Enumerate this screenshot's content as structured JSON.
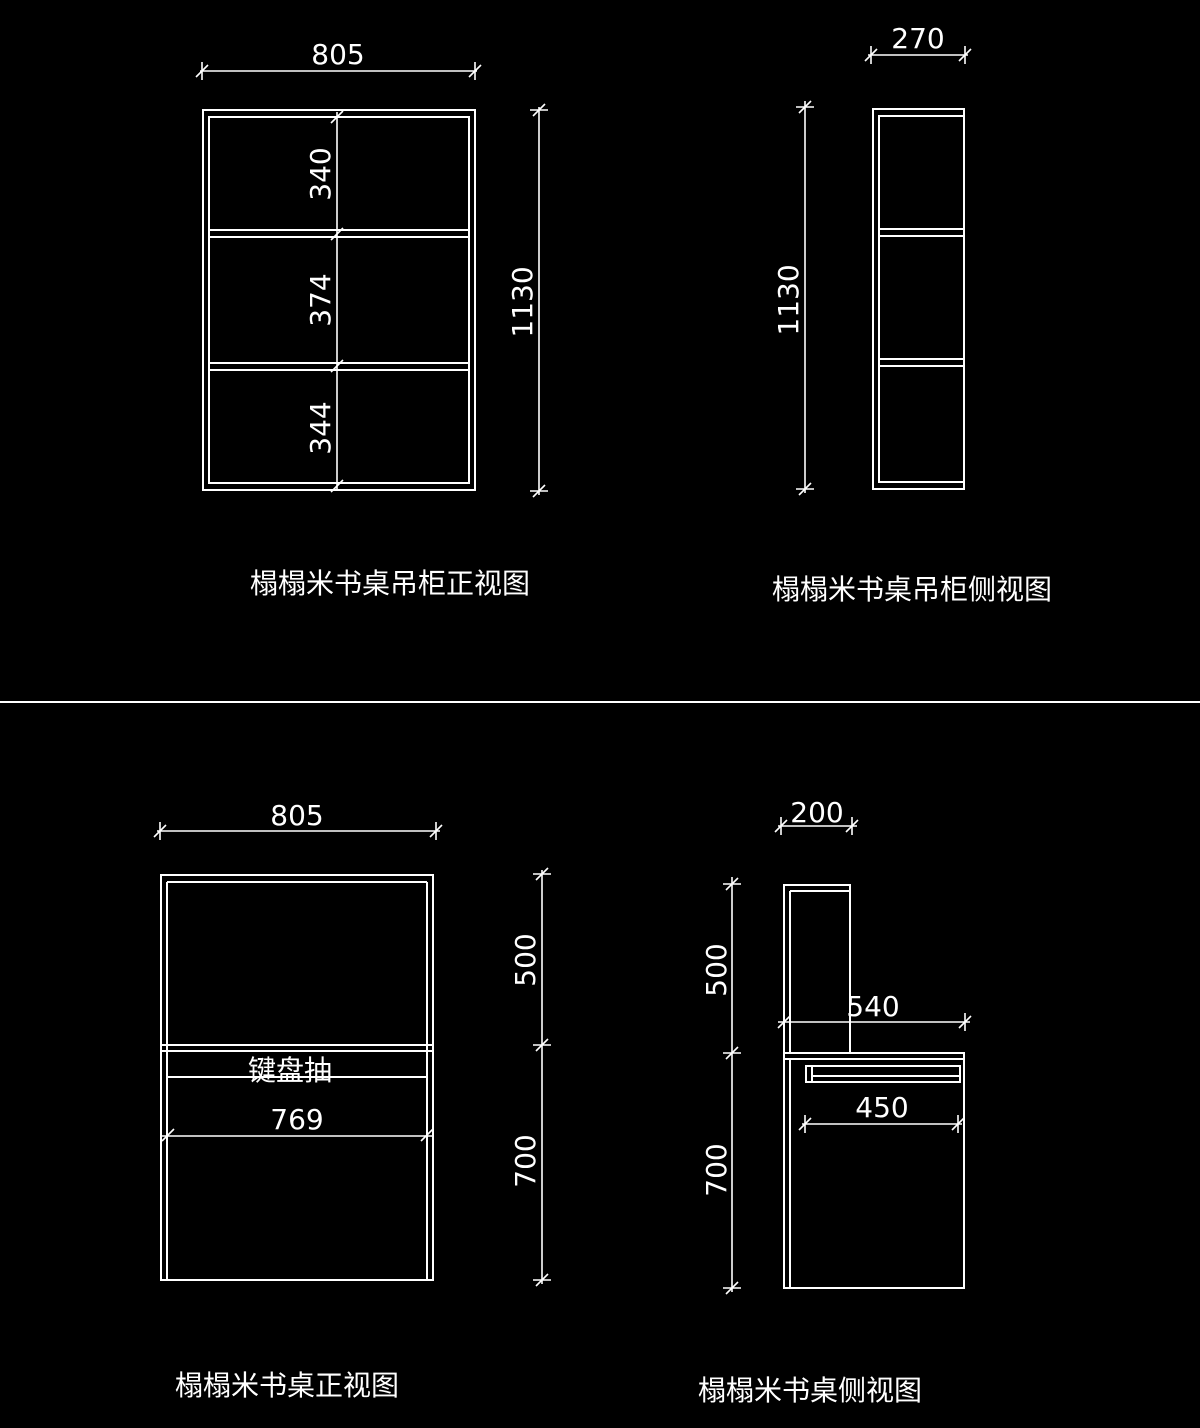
{
  "colors": {
    "background": "#000000",
    "lines": "#ffffff"
  },
  "upper": {
    "front": {
      "title": "榻榻米书桌吊柜正视图",
      "width": "805",
      "height": "1130",
      "shelves": [
        "340",
        "374",
        "344"
      ]
    },
    "side": {
      "title": "榻榻米书桌吊柜侧视图",
      "depth": "270",
      "height": "1130"
    }
  },
  "lower": {
    "front": {
      "title": "榻榻米书桌正视图",
      "width": "805",
      "keyboard_label": "键盘抽",
      "inner_width": "769",
      "upper_height": "500",
      "lower_height": "700"
    },
    "side": {
      "title": "榻榻米书桌侧视图",
      "top_depth": "200",
      "desk_depth": "540",
      "drawer_depth": "450",
      "upper_height": "500",
      "lower_height": "700"
    }
  }
}
